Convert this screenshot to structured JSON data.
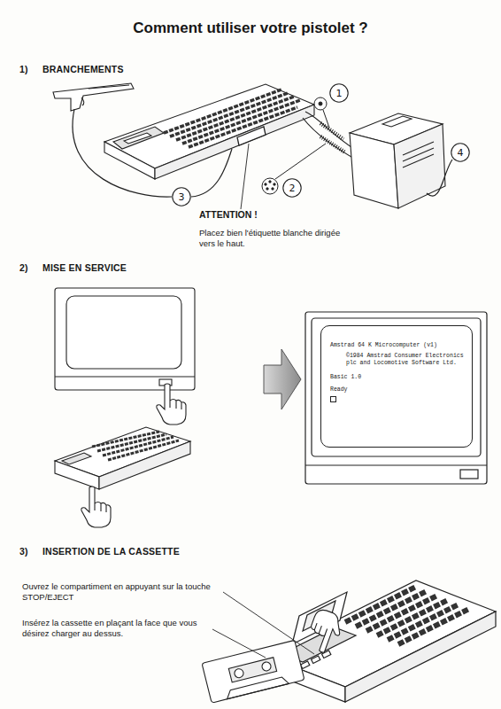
{
  "diagram": {
    "title": "Comment utiliser votre pistolet ?",
    "nodes": [
      {
        "text": [
          "1"
        ]
      },
      {
        "text": [
          "2"
        ]
      },
      {
        "text": [
          "3"
        ]
      },
      {
        "text": [
          "4"
        ]
      },
      {
        "text": [
          "Amstrad 64 K Microcomputer (v1)",
          "©1984 Amstrad Consumer Electronics plc and Locomotive Software Ltd.",
          "Basic 1.0",
          "Ready"
        ]
      }
    ],
    "labels": [
      "1)",
      "BRANCHEMENTS",
      "ATTENTION !",
      "Placez bien l'étiquette blanche dirigée vers le haut.",
      "2)",
      "MISE EN SERVICE",
      "3)",
      "INSERTION DE LA CASSETTE",
      "Ouvrez le compartiment en appuyant sur la touche STOP/EJECT",
      "Insérez la cassette en plaçant la face que vous désirez charger au dessus."
    ]
  }
}
